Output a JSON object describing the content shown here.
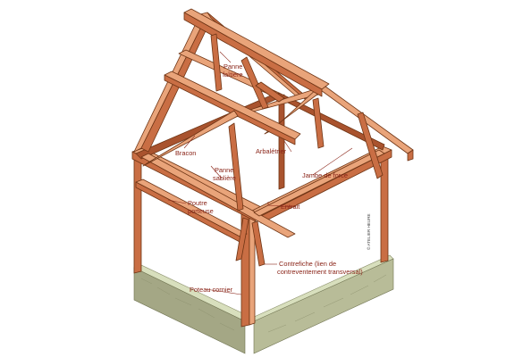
{
  "labels": {
    "panne_faitiere": [
      "Panne",
      "faîtière"
    ],
    "bracon": "Bracon",
    "arbaletrier": "Arbalétrier",
    "panne_sabliere": [
      "Panne",
      "sablière"
    ],
    "jambe_de_force": "Jambe de force",
    "poutre_porteuse": [
      "Poutre",
      "porteuse"
    ],
    "entrait": "Entrait",
    "contrefiche": [
      "Contrefiche (lien de",
      "contreventement transversal)"
    ],
    "poteau_cornier": "Poteau cornier"
  },
  "credit": "© ATELIER HEURE",
  "colors": {
    "label": "#8a2418",
    "wood_light": "#e9a47a",
    "wood_mid": "#c96e44",
    "wood_dark": "#a9532e",
    "wall_top": "#d8dfbd",
    "wall_side": "#a4a785"
  }
}
